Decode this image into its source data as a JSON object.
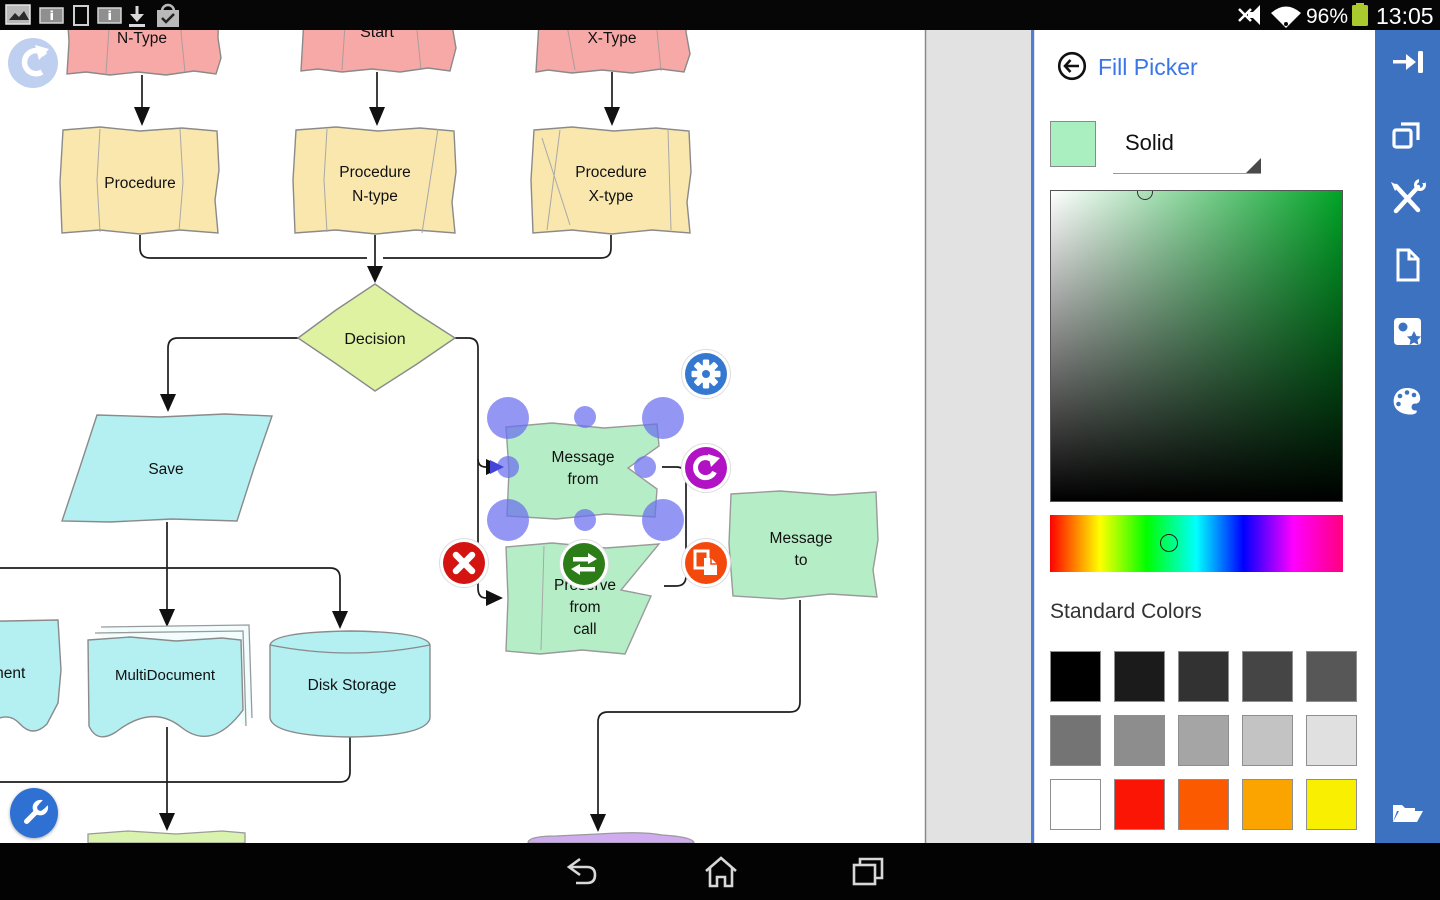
{
  "status_bar": {
    "time": "13:05",
    "battery_percent": "96%",
    "left_icons": [
      "screenshot-icon",
      "battery-info-icon",
      "device-icon",
      "battery-info-icon",
      "download-icon",
      "shopping-bag-check-icon"
    ],
    "right_icons": [
      "volume-muted-icon",
      "wifi-icon",
      "battery-icon"
    ],
    "battery_color": "#aacb2d"
  },
  "nav_bar": {
    "icons": [
      "back",
      "home",
      "recent-apps"
    ]
  },
  "toolbar": {
    "color": "#3c72c0",
    "icons": [
      "hide-panel",
      "duplicate",
      "tools",
      "new-page",
      "clipart",
      "palette",
      "open-file"
    ]
  },
  "fill_picker": {
    "title": "Fill Picker",
    "style_value": "Solid",
    "current_color": "#a9efc0",
    "picker_hue_color": "#00a326",
    "standard_colors_label": "Standard Colors",
    "standard_colors": [
      "#000000",
      "#1b1b1b",
      "#323232",
      "#454545",
      "#575757",
      "#747474",
      "#8d8d8d",
      "#a5a5a5",
      "#c3c3c3",
      "#e0e0e0",
      "#ffffff",
      "#fb1505",
      "#fb5a00",
      "#fba400",
      "#f8f000"
    ]
  },
  "diagram": {
    "shapes": [
      {
        "id": "n-type",
        "label": "N-Type",
        "fill": "#f6a9a6"
      },
      {
        "id": "start",
        "label": "Start",
        "fill": "#f6a9a6"
      },
      {
        "id": "x-type",
        "label": "X-Type",
        "fill": "#f6a9a6"
      },
      {
        "id": "procedure",
        "label": "Procedure",
        "fill": "#f9e7ae"
      },
      {
        "id": "procedure-n-type",
        "lines": [
          "Procedure",
          "N-type"
        ],
        "fill": "#f9e7ae"
      },
      {
        "id": "procedure-x-type",
        "lines": [
          "Procedure",
          "X-type"
        ],
        "fill": "#f9e7ae"
      },
      {
        "id": "decision",
        "label": "Decision",
        "fill": "#def2a2"
      },
      {
        "id": "save",
        "label": "Save",
        "fill": "#b4eff2"
      },
      {
        "id": "message-from",
        "lines": [
          "Message",
          "from"
        ],
        "fill": "#b5eec6",
        "selected": true
      },
      {
        "id": "preserve-from-call",
        "lines": [
          "Preserve",
          "from",
          "call"
        ],
        "fill": "#b5eec6"
      },
      {
        "id": "message-to",
        "lines": [
          "Message",
          "to"
        ],
        "fill": "#b5eec6"
      },
      {
        "id": "document",
        "label": "Document",
        "fill": "#b4eff2"
      },
      {
        "id": "multidocument",
        "label": "MultiDocument",
        "fill": "#b4eff2"
      },
      {
        "id": "disk-storage",
        "label": "Disk Storage",
        "fill": "#b4eff2"
      },
      {
        "id": "green-process",
        "fill": "#d9f2ae"
      },
      {
        "id": "purple-terminator",
        "fill": "#cfabef"
      }
    ],
    "selection_buttons": [
      "settings",
      "rotate",
      "delete",
      "swap-connection",
      "duplicate"
    ]
  }
}
